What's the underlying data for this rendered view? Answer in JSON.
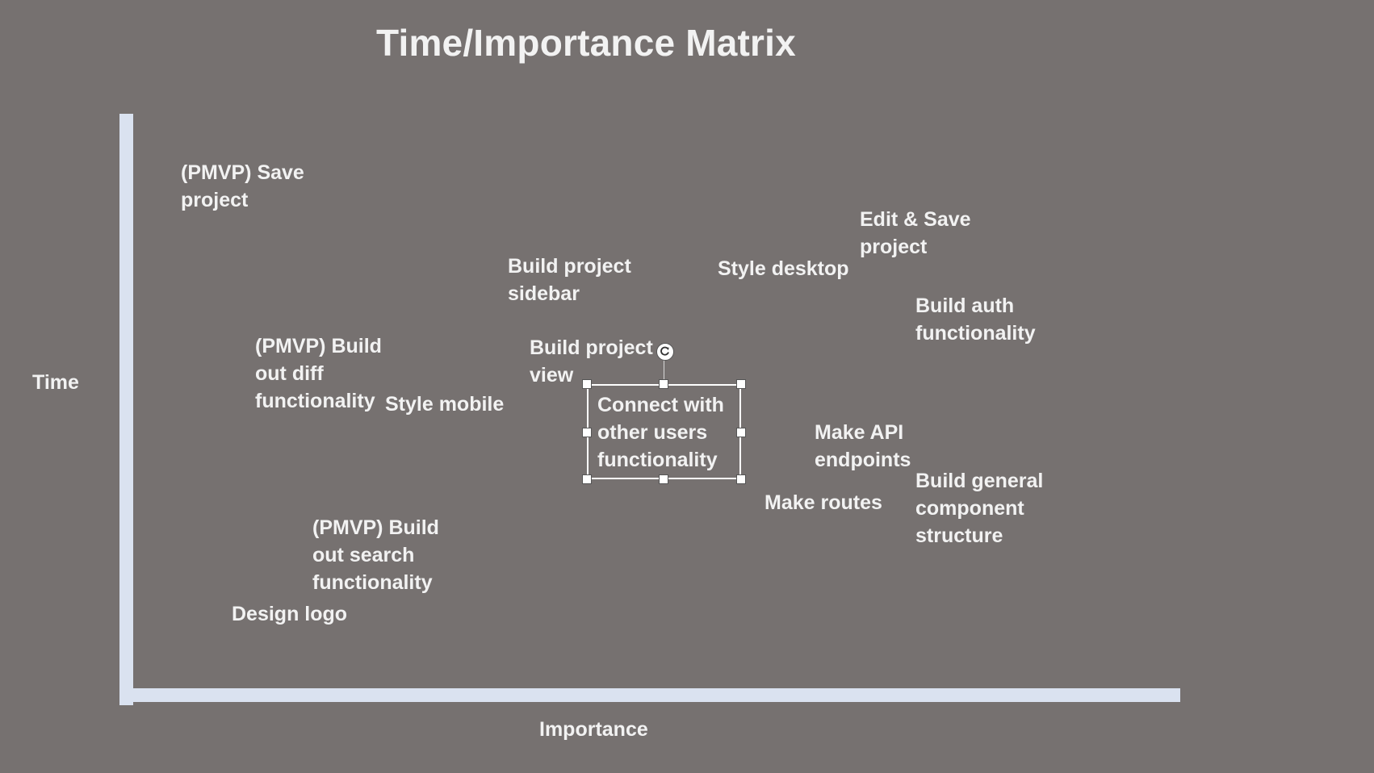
{
  "title": "Time/Importance Matrix",
  "axes": {
    "y_label": "Time",
    "x_label": "Importance"
  },
  "tasks": [
    {
      "id": "save-project",
      "text": "(PMVP) Save\nproject"
    },
    {
      "id": "edit-save-project",
      "text": "Edit & Save\nproject"
    },
    {
      "id": "build-project-sidebar",
      "text": "Build project\nsidebar"
    },
    {
      "id": "style-desktop",
      "text": "Style desktop"
    },
    {
      "id": "build-auth",
      "text": "Build auth\nfunctionality"
    },
    {
      "id": "build-diff",
      "text": "(PMVP) Build\nout diff\nfunctionality"
    },
    {
      "id": "build-project-view",
      "text": "Build project\nview"
    },
    {
      "id": "style-mobile",
      "text": "Style mobile"
    },
    {
      "id": "connect-users",
      "text": "Connect with\nother users\nfunctionality"
    },
    {
      "id": "make-api-endpoints",
      "text": "Make API\nendpoints"
    },
    {
      "id": "build-general-structure",
      "text": "Build general\ncomponent\nstructure"
    },
    {
      "id": "make-routes",
      "text": "Make routes"
    },
    {
      "id": "build-search",
      "text": "(PMVP) Build\nout search\nfunctionality"
    },
    {
      "id": "design-logo",
      "text": "Design logo"
    }
  ],
  "colors": {
    "background": "#767170",
    "axis": "#dae2f0",
    "text": "#f2f2f2",
    "selection": "#ffffff"
  },
  "icons": {
    "rotate_handle": "rotate-icon"
  }
}
